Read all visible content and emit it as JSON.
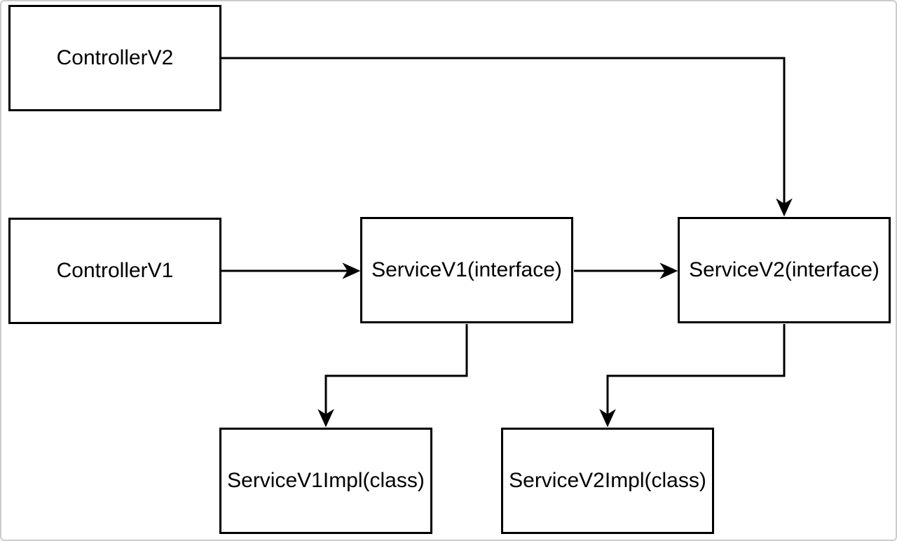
{
  "canvas": {
    "background": "#ffffff",
    "frame_border_color": "#cccccc"
  },
  "diagram": {
    "type": "flow-diagram",
    "stroke_color": "#000000",
    "node_fill": "#ffffff",
    "text_color": "#000000",
    "nodes": {
      "controller_v2": {
        "label": "ControllerV2"
      },
      "controller_v1": {
        "label": "ControllerV1"
      },
      "service_v1": {
        "label": "ServiceV1(interface)"
      },
      "service_v2": {
        "label": "ServiceV2(interface)"
      },
      "service_v1_impl": {
        "label": "ServiceV1Impl(class)"
      },
      "service_v2_impl": {
        "label": "ServiceV2Impl(class)"
      }
    },
    "edges": [
      {
        "from": "ControllerV2",
        "to": "ServiceV2(interface)",
        "route": "right-then-down"
      },
      {
        "from": "ControllerV1",
        "to": "ServiceV1(interface)",
        "route": "right"
      },
      {
        "from": "ServiceV1(interface)",
        "to": "ServiceV2(interface)",
        "route": "right"
      },
      {
        "from": "ServiceV1(interface)",
        "to": "ServiceV1Impl(class)",
        "route": "down-left-down"
      },
      {
        "from": "ServiceV2(interface)",
        "to": "ServiceV2Impl(class)",
        "route": "down-left-down"
      }
    ]
  }
}
